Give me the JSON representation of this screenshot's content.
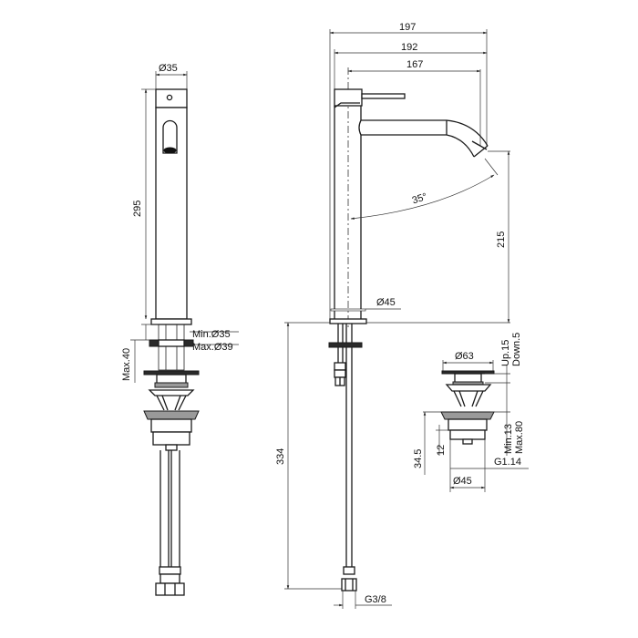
{
  "drawing": {
    "title": "Tall single-lever basin mixer with pop-up waste - technical dimension drawing",
    "views": [
      "front-view",
      "side-view",
      "waste-detail"
    ]
  },
  "front_view": {
    "labels": {
      "diameter_top": "Ø35",
      "height": "295",
      "min_hole": "Min.Ø35",
      "max_hole": "Max.Ø39",
      "max_thickness": "Max.40"
    }
  },
  "side_view": {
    "labels": {
      "width_overall": "197",
      "width_spout": "192",
      "width_reach": "167",
      "angle": "35°",
      "spout_height": "215",
      "base_diameter": "Ø45",
      "hose_length": "334",
      "thread": "G3/8"
    }
  },
  "waste_detail": {
    "labels": {
      "cap_diameter": "Ø63",
      "travel_up": "Up.15",
      "travel_down": "Down.5",
      "thickness_min": "Min.13",
      "thickness_max": "Max.80",
      "body_height": "34.5",
      "thread_height": "12",
      "thread": "G1.14",
      "body_diameter": "Ø45"
    }
  }
}
